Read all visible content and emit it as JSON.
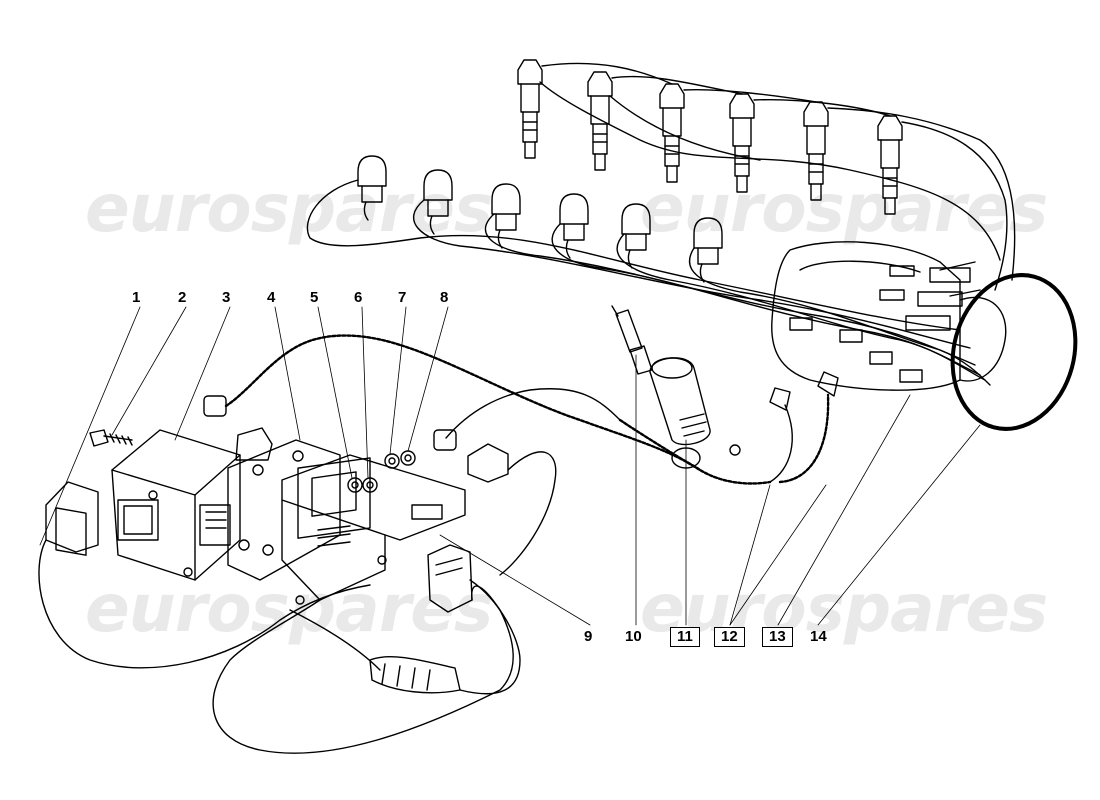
{
  "watermark": "eurospares",
  "accent_color": "#000000",
  "watermark_color": "#e9e9e9",
  "callouts": [
    {
      "id": "1",
      "text": "1",
      "boxed": false
    },
    {
      "id": "2",
      "text": "2",
      "boxed": false
    },
    {
      "id": "3",
      "text": "3",
      "boxed": false
    },
    {
      "id": "4",
      "text": "4",
      "boxed": false
    },
    {
      "id": "5",
      "text": "5",
      "boxed": false
    },
    {
      "id": "6",
      "text": "6",
      "boxed": false
    },
    {
      "id": "7",
      "text": "7",
      "boxed": false
    },
    {
      "id": "8",
      "text": "8",
      "boxed": false
    },
    {
      "id": "9",
      "text": "9",
      "boxed": false
    },
    {
      "id": "10",
      "text": "10",
      "boxed": false
    },
    {
      "id": "11",
      "text": "11",
      "boxed": true
    },
    {
      "id": "12",
      "text": "12",
      "boxed": true
    },
    {
      "id": "13",
      "text": "13",
      "boxed": true
    },
    {
      "id": "14",
      "text": "14",
      "boxed": false
    }
  ]
}
